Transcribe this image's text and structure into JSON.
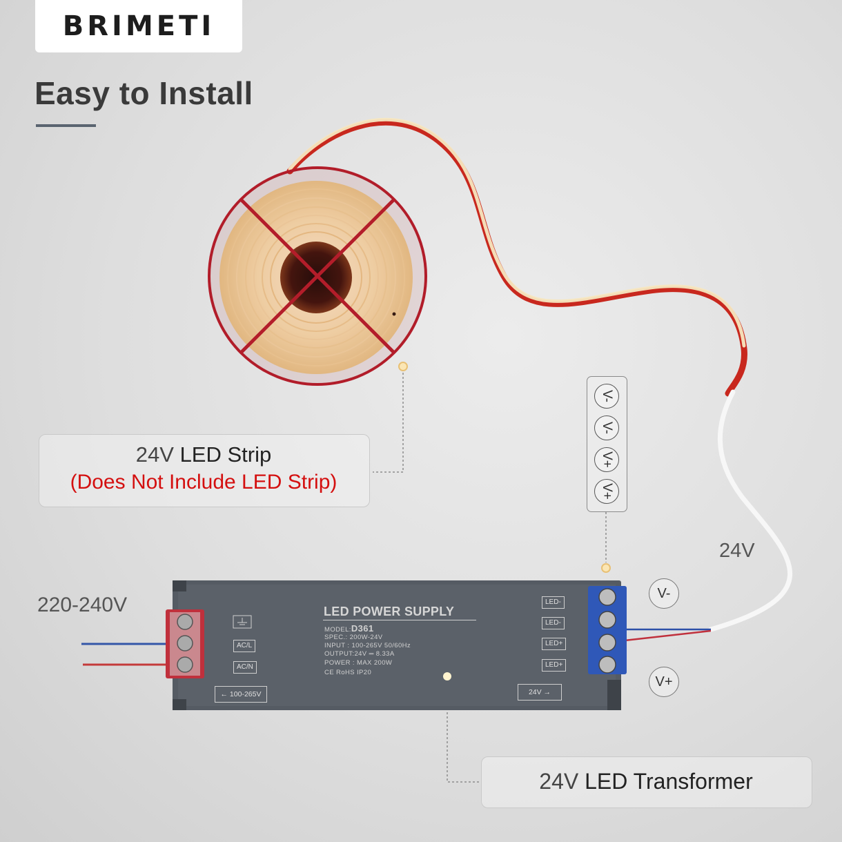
{
  "brand": {
    "logo": "BRIMETI"
  },
  "headline": "Easy to Install",
  "labels": {
    "strip_voltage": "24V",
    "strip_name": "LED Strip",
    "strip_note": "(Does Not Include LED Strip)",
    "transformer_voltage": "24V",
    "transformer_name": "LED Transformer",
    "input_voltage": "220-240V",
    "output_voltage": "24V",
    "v_minus": "V-",
    "v_plus": "V+"
  },
  "polarity_pins": [
    "V-",
    "V-",
    "V+",
    "V+"
  ],
  "power_supply": {
    "title": "LED POWER SUPPLY",
    "model_label": "MODEL:",
    "model": "D361",
    "spec": "SPEC.: 200W-24V",
    "input": "INPUT : 100-265V 50/60Hz",
    "output": "OUTPUT:24V ═ 8.33A",
    "power": "POWER : MAX 200W",
    "certs": "CE  RoHS     IP20",
    "ac_l": "AC/L",
    "ac_n": "AC/N",
    "input_range": "← 100-265V",
    "output_tag": "24V →",
    "out_terms": [
      "LED-",
      "LED-",
      "LED+",
      "LED+"
    ]
  },
  "colors": {
    "accent_red": "#d40f0f",
    "crossout": "#b31d2a",
    "supply_body": "#555b63",
    "terminal_blue": "#2f58b8",
    "terminal_red": "#c0303c",
    "led_glow": "#f6d9a2"
  }
}
